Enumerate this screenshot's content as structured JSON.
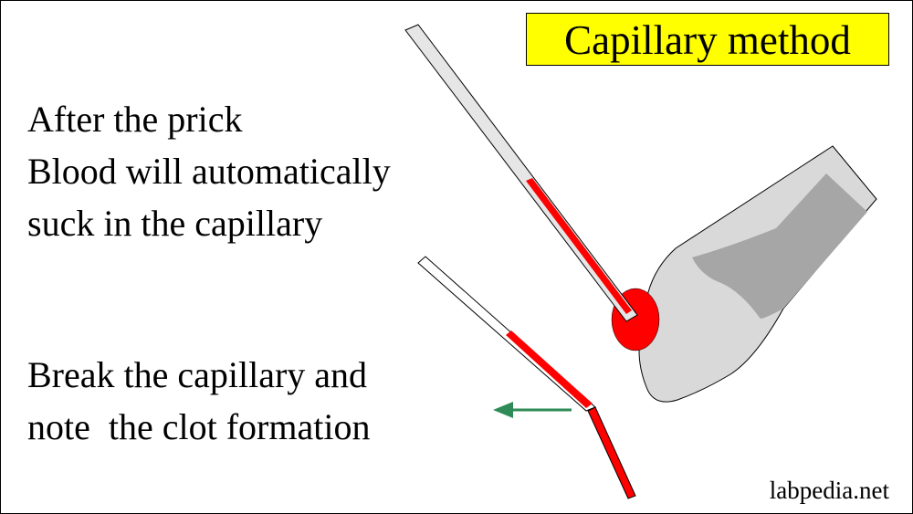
{
  "title": "Capillary method",
  "captions": {
    "step1": [
      "After the prick",
      "Blood will automatically",
      "suck in the capillary"
    ],
    "step2": [
      "Break the capillary and",
      "note  the clot formation"
    ]
  },
  "watermark": "labpedia.net",
  "colors": {
    "title_bg": "#ffff00",
    "blood": "#ff0000",
    "capillary": "#e6e6e6",
    "finger_light": "#d9d9d9",
    "finger_dark": "#a6a6a6",
    "arrow": "#2e8b57"
  },
  "icons": {
    "arrow": "left-arrow-icon"
  }
}
